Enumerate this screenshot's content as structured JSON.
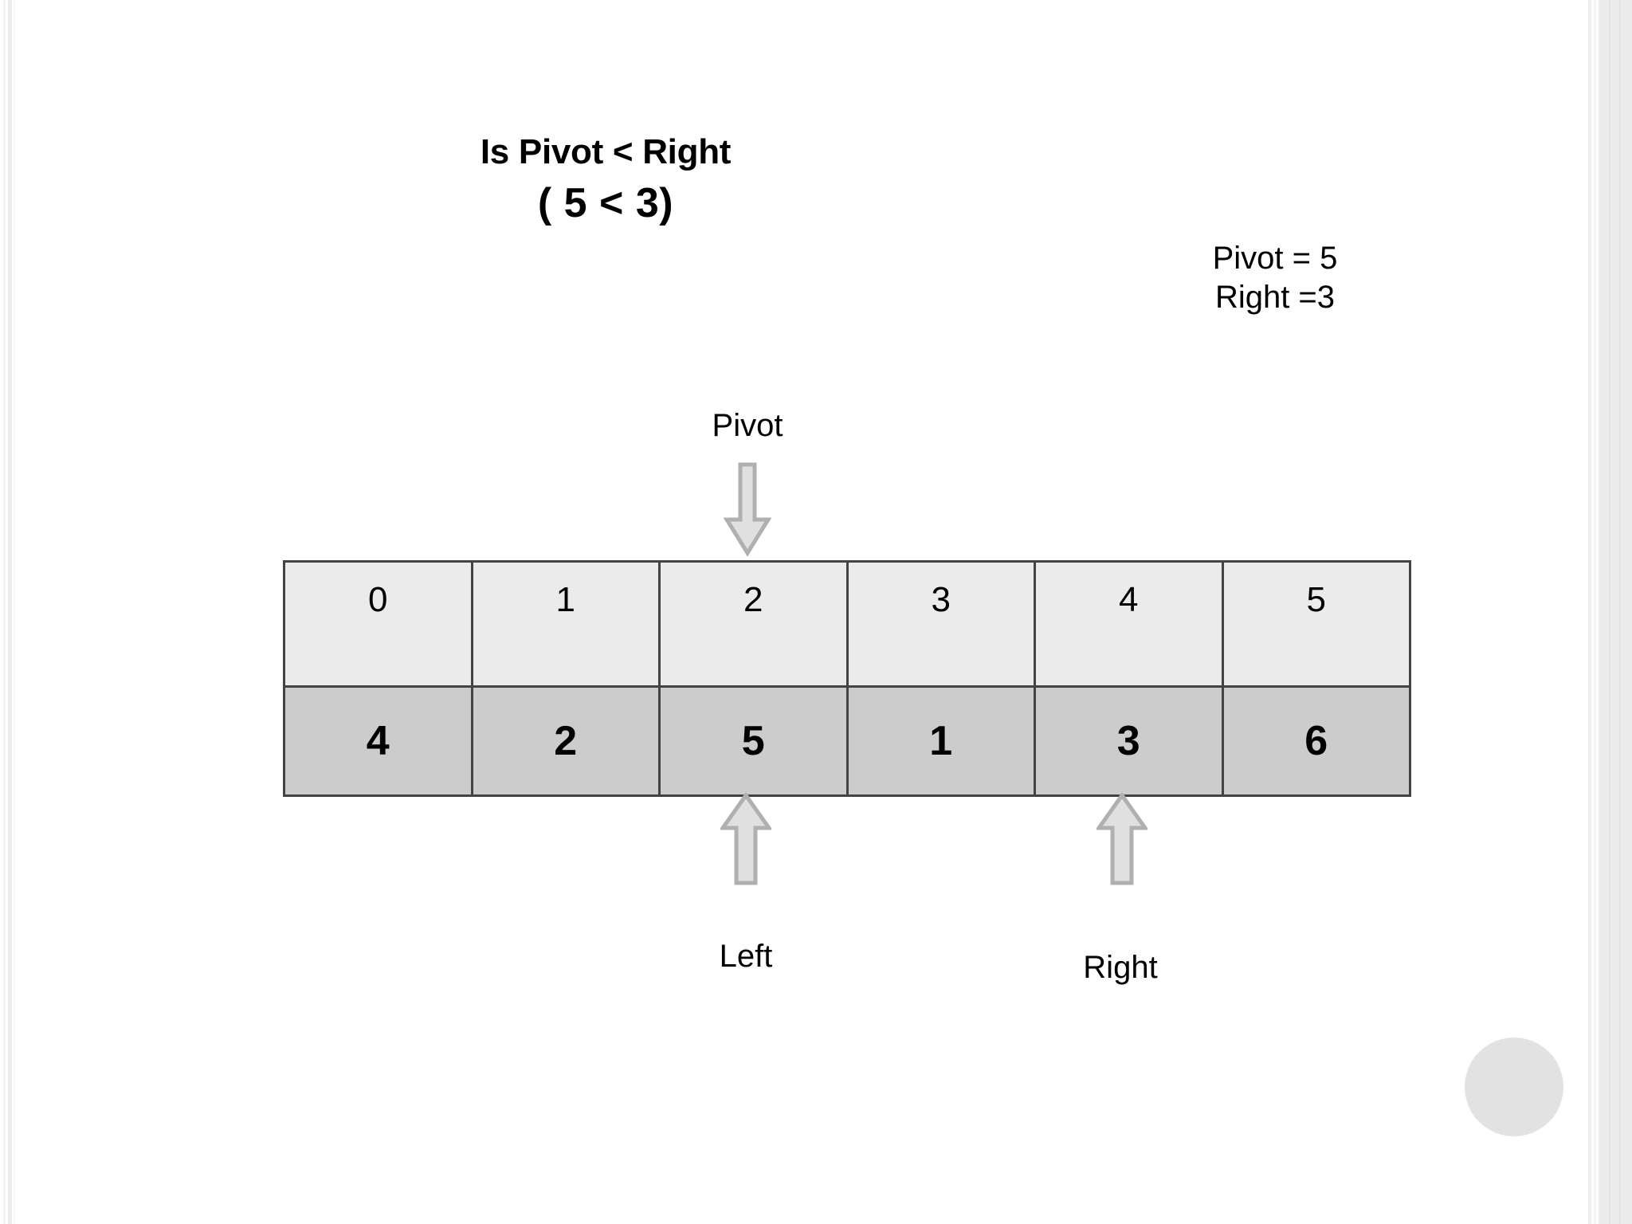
{
  "slide": {
    "title_line1": "Is Pivot < Right",
    "title_line2": "( 5 < 3)"
  },
  "legend": {
    "pivot_value": "Pivot = 5",
    "right_value": "Right =3"
  },
  "markers": {
    "pivot_label": "Pivot",
    "left_label": "Left",
    "right_label": "Right",
    "pivot_arrow_icon": "arrow-down-icon",
    "left_arrow_icon": "arrow-up-icon",
    "right_arrow_icon": "arrow-up-icon"
  },
  "array": {
    "indices": [
      "0",
      "1",
      "2",
      "3",
      "4",
      "5"
    ],
    "values": [
      "4",
      "2",
      "5",
      "1",
      "3",
      "6"
    ],
    "pivot_index": 2,
    "left_index": 2,
    "right_index": 4
  },
  "colors": {
    "index_row_bg": "#ebebeb",
    "value_row_bg": "#cccccc",
    "cell_border": "#434343",
    "arrow_fill": "#e0e0e0",
    "arrow_stroke": "#b0b0b0",
    "page_bg": "#ffffff",
    "edge_panel": "#ececec",
    "corner_circle": "#e2e2e2"
  }
}
